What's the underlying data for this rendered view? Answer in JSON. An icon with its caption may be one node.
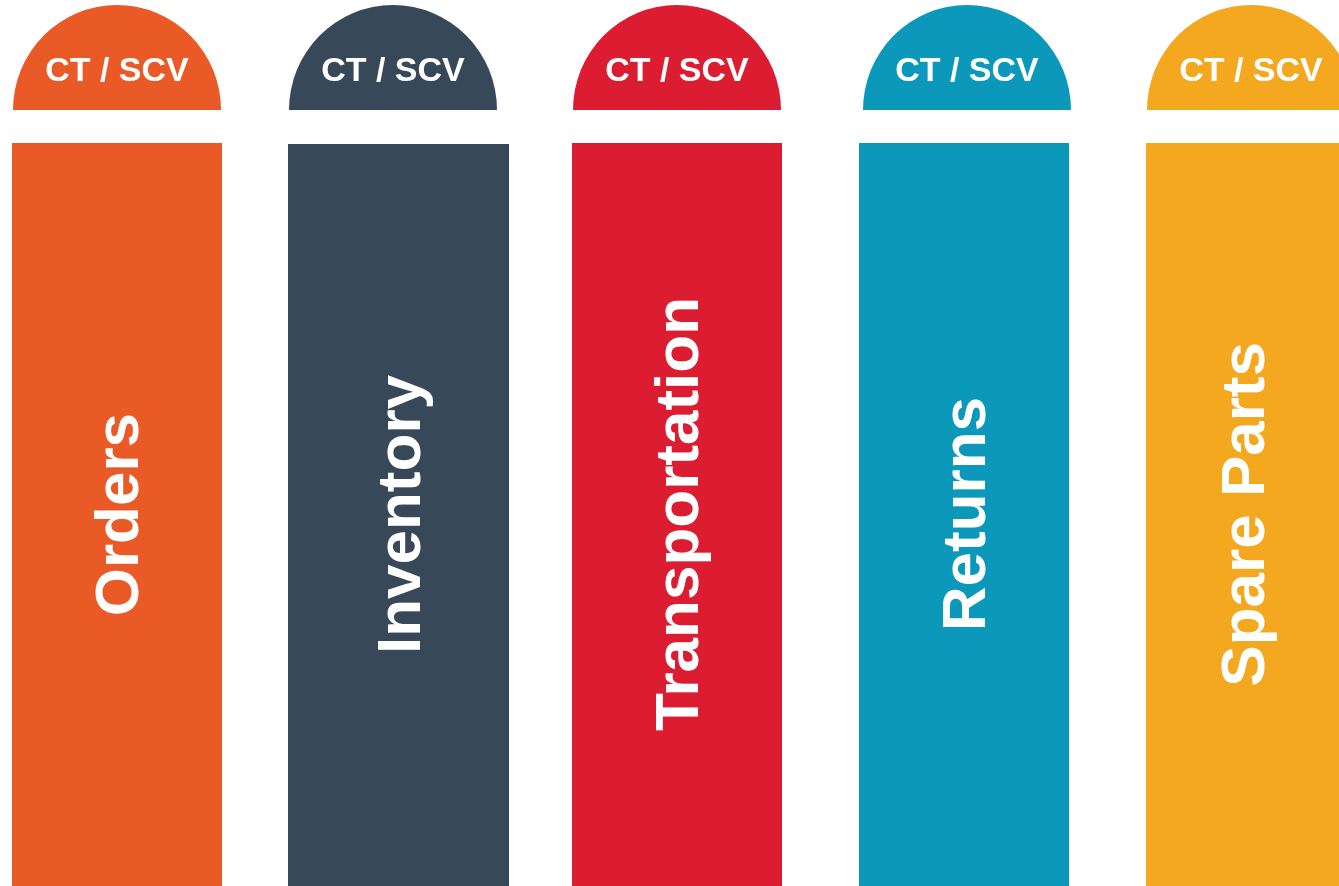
{
  "diagram": {
    "nodes": [
      {
        "text": [
          "CT / SCV"
        ]
      },
      {
        "text": [
          "Orders"
        ]
      },
      {
        "text": [
          "CT / SCV"
        ]
      },
      {
        "text": [
          "Inventory"
        ]
      },
      {
        "text": [
          "CT / SCV"
        ]
      },
      {
        "text": [
          "Transportation"
        ]
      },
      {
        "text": [
          "CT / SCV"
        ]
      },
      {
        "text": [
          "Returns"
        ]
      },
      {
        "text": [
          "CT / SCV"
        ]
      },
      {
        "text": [
          "Spare Parts"
        ]
      }
    ]
  }
}
